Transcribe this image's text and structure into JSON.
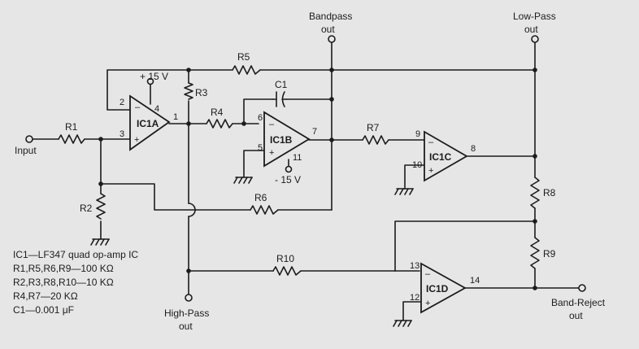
{
  "labels": {
    "bandpass": [
      "Bandpass",
      "out"
    ],
    "lowpass": [
      "Low-Pass",
      "out"
    ],
    "highpass": [
      "High-Pass",
      "out"
    ],
    "bandreject": [
      "Band-Reject",
      "out"
    ],
    "input": "Input",
    "supply_pos": "+ 15 V",
    "supply_neg": "- 15 V"
  },
  "components": {
    "ic1a": "IC1A",
    "ic1b": "IC1B",
    "ic1c": "IC1C",
    "ic1d": "IC1D",
    "r1": "R1",
    "r2": "R2",
    "r3": "R3",
    "r4": "R4",
    "r5": "R5",
    "r6": "R6",
    "r7": "R7",
    "r8": "R8",
    "r9": "R9",
    "r10": "R10",
    "c1": "C1"
  },
  "pins": {
    "a_in_neg": "2",
    "a_in_pos": "3",
    "a_out": "1",
    "a_vcc": "4",
    "b_in_neg": "6",
    "b_in_pos": "5",
    "b_out": "7",
    "b_vee": "11",
    "c_in_neg": "9",
    "c_in_pos": "10",
    "c_out": "8",
    "d_in_neg": "13",
    "d_in_pos": "12",
    "d_out": "14"
  },
  "parts_list": [
    "IC1—LF347 quad op-amp IC",
    "R1,R5,R6,R9—100 KΩ",
    "R2,R3,R8,R10—10 KΩ",
    "R4,R7—20 KΩ",
    "C1—0.001 μF"
  ]
}
